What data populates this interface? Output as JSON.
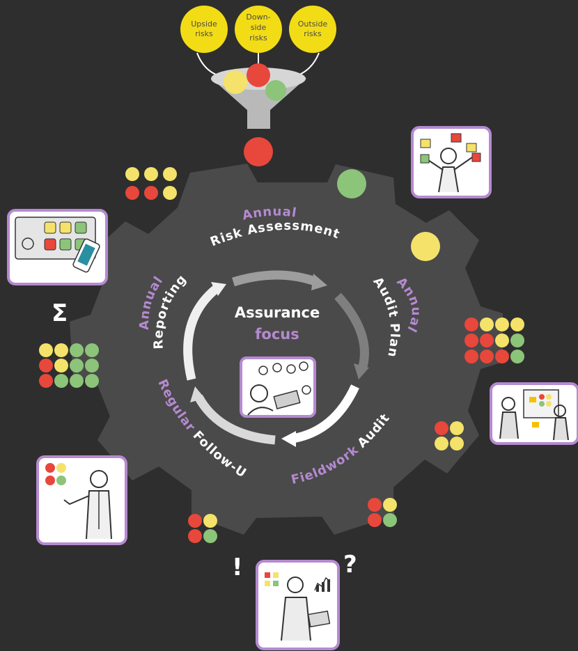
{
  "funnel": {
    "inputs": [
      "Upside\nrisks",
      "Down-\nside\nrisks",
      "Outside\nrisks"
    ]
  },
  "gear": {
    "risk_assessment": {
      "qualifier": "Annual",
      "label": "Risk Assessment"
    },
    "audit_plan": {
      "qualifier": "Annual",
      "label": "Audit Plan"
    },
    "fieldwork": {
      "qualifier": "Fieldwork",
      "label": "Audit"
    },
    "follow_up": {
      "qualifier": "Regular",
      "label": "Follow-Up"
    },
    "reporting": {
      "qualifier": "Annual",
      "label": "Reporting"
    }
  },
  "center": {
    "line1": "Assurance",
    "line2": "focus"
  },
  "marks": {
    "sum": "Σ",
    "exclaim": "!",
    "question": "?"
  },
  "colors": {
    "background": "#2e2e2e",
    "gear": "#4a4a4a",
    "accent_purple": "#b58ad0",
    "red": "#e8473c",
    "yellow": "#f4e26a",
    "green": "#8cc47a",
    "bubble_yellow": "#f2dc16"
  },
  "icons": {
    "dashboard": "dashboard-phone-icon",
    "juggler": "juggler-person-icon",
    "presenter_top": "presenter-person-icon",
    "presenter_left": "presenting-man-icon",
    "laptop": "laptop-person-icon",
    "center": "tablet-person-icon"
  }
}
